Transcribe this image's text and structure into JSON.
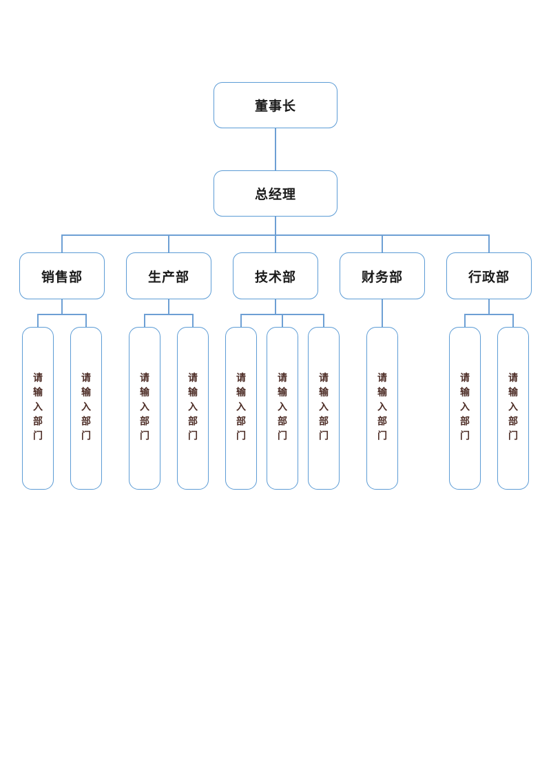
{
  "org": {
    "root": {
      "label": "董事长"
    },
    "manager": {
      "label": "总经理"
    },
    "departments": [
      {
        "label": "销售部",
        "children": [
          "请输入部门",
          "请输入部门"
        ]
      },
      {
        "label": "生产部",
        "children": [
          "请输入部门",
          "请输入部门"
        ]
      },
      {
        "label": "技术部",
        "children": [
          "请输入部门",
          "请输入部门",
          "请输入部门"
        ]
      },
      {
        "label": "财务部",
        "children": [
          "请输入部门"
        ]
      },
      {
        "label": "行政部",
        "children": [
          "请输入部门",
          "请输入部门"
        ]
      }
    ],
    "colors": {
      "box_border": "#5b9bd5",
      "connector": "#6d9fd4",
      "title_text": "#1a1a1a",
      "placeholder_text": "#4d2d26",
      "background": "#ffffff"
    }
  }
}
